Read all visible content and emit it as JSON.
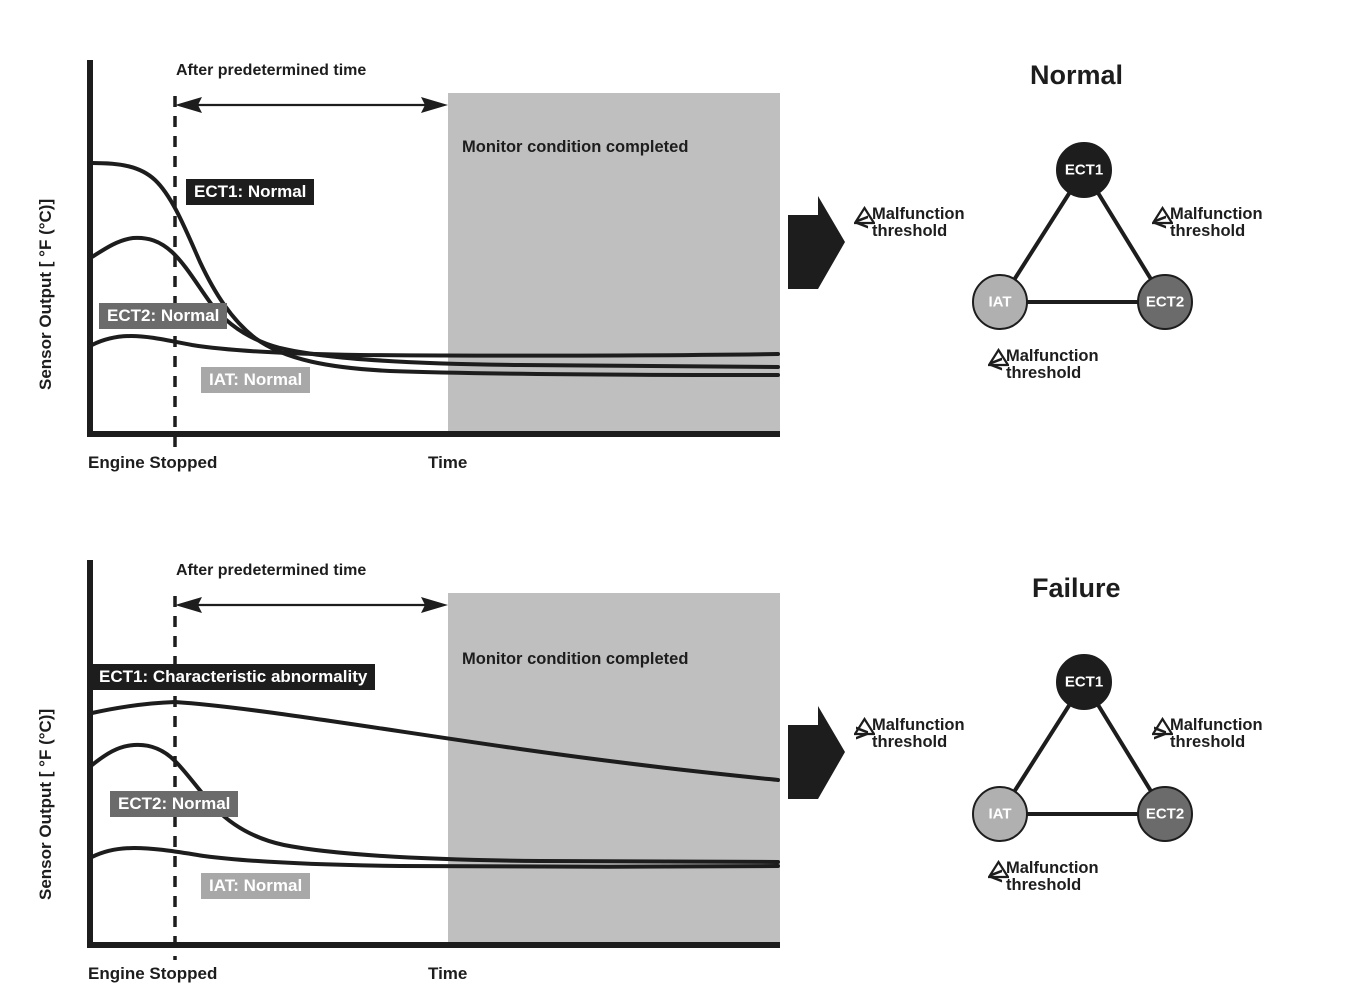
{
  "figure": {
    "panels": [
      {
        "id": "normal",
        "chart": {
          "axis": {
            "ylabel": "Sensor Output [ °F (°C)]",
            "xlabel": "Time",
            "origin_caption": "Engine Stopped"
          },
          "annotations": {
            "predetermined": "After predetermined time",
            "monitor": "Monitor condition completed"
          },
          "series_tags": [
            {
              "label": "ECT1: Normal",
              "style": "tag-ect1"
            },
            {
              "label": "ECT2: Normal",
              "style": "tag-ect2"
            },
            {
              "label": "IAT: Normal",
              "style": "tag-iat"
            }
          ]
        },
        "diagram": {
          "title": "Normal",
          "nodes": [
            {
              "label": "ECT1",
              "fill": "#1d1d1d"
            },
            {
              "label": "IAT",
              "fill": "#b0b0b0"
            },
            {
              "label": "ECT2",
              "fill": "#6b6b6b"
            }
          ],
          "thresholds": [
            {
              "operator": "<",
              "line1": "Malfunction",
              "line2": "threshold"
            },
            {
              "operator": "<",
              "line1": "Malfunction",
              "line2": "threshold"
            },
            {
              "operator": "<",
              "line1": "Malfunction",
              "line2": "threshold"
            }
          ]
        }
      },
      {
        "id": "failure",
        "chart": {
          "axis": {
            "ylabel": "Sensor Output [ °F (°C)]",
            "xlabel": "Time",
            "origin_caption": "Engine Stopped"
          },
          "annotations": {
            "predetermined": "After predetermined time",
            "monitor": "Monitor condition completed"
          },
          "series_tags": [
            {
              "label": "ECT1: Characteristic abnormality",
              "style": "tag-ect1"
            },
            {
              "label": "ECT2: Normal",
              "style": "tag-ect2"
            },
            {
              "label": "IAT: Normal",
              "style": "tag-iat"
            }
          ]
        },
        "diagram": {
          "title": "Failure",
          "nodes": [
            {
              "label": "ECT1",
              "fill": "#1d1d1d"
            },
            {
              "label": "IAT",
              "fill": "#b0b0b0"
            },
            {
              "label": "ECT2",
              "fill": "#6b6b6b"
            }
          ],
          "thresholds": [
            {
              "operator": ">",
              "line1": "Malfunction",
              "line2": "threshold"
            },
            {
              "operator": ">",
              "line1": "Malfunction",
              "line2": "threshold"
            },
            {
              "operator": "<",
              "line1": "Malfunction",
              "line2": "threshold"
            }
          ]
        }
      }
    ]
  },
  "chart_data": [
    {
      "type": "line",
      "title": "Normal",
      "xlabel": "Time",
      "ylabel": "Sensor Output [ °F (°C)]",
      "xlim": [
        0,
        100
      ],
      "ylim": [
        0,
        100
      ],
      "grid": false,
      "legend": "inline-tags",
      "annotations": [
        {
          "text": "After predetermined time",
          "type": "span-arrow",
          "x_start": 12,
          "x_end": 52
        },
        {
          "text": "Monitor condition completed",
          "type": "shaded-region",
          "x_start": 52,
          "x_end": 100
        },
        {
          "text": "Engine Stopped",
          "type": "vertical-dashed",
          "x": 12
        }
      ],
      "series": [
        {
          "name": "ECT1: Normal",
          "x": [
            0,
            5,
            10,
            15,
            20,
            25,
            30,
            35,
            40,
            50,
            60,
            70,
            80,
            90,
            100
          ],
          "values": [
            78,
            78,
            76,
            70,
            60,
            50,
            42,
            35,
            30,
            24,
            21,
            19,
            18,
            18,
            17
          ]
        },
        {
          "name": "ECT2: Normal",
          "x": [
            0,
            5,
            10,
            15,
            20,
            25,
            30,
            35,
            40,
            50,
            60,
            70,
            80,
            90,
            100
          ],
          "values": [
            56,
            60,
            62,
            61,
            55,
            45,
            36,
            30,
            26,
            21,
            19,
            18,
            17,
            17,
            17
          ]
        },
        {
          "name": "IAT: Normal",
          "x": [
            0,
            5,
            10,
            15,
            20,
            25,
            30,
            40,
            50,
            60,
            70,
            80,
            90,
            100
          ],
          "values": [
            29,
            31,
            31,
            30,
            28,
            26,
            24,
            22,
            20,
            19,
            18,
            17,
            17,
            17
          ]
        }
      ]
    },
    {
      "type": "line",
      "title": "Failure",
      "xlabel": "Time",
      "ylabel": "Sensor Output [ °F (°C)]",
      "xlim": [
        0,
        100
      ],
      "ylim": [
        0,
        100
      ],
      "grid": false,
      "legend": "inline-tags",
      "annotations": [
        {
          "text": "After predetermined time",
          "type": "span-arrow",
          "x_start": 12,
          "x_end": 52
        },
        {
          "text": "Monitor condition completed",
          "type": "shaded-region",
          "x_start": 52,
          "x_end": 100
        },
        {
          "text": "Engine Stopped",
          "type": "vertical-dashed",
          "x": 12
        }
      ],
      "series": [
        {
          "name": "ECT1: Characteristic abnormality",
          "x": [
            0,
            6,
            12,
            25,
            40,
            55,
            70,
            85,
            100
          ],
          "values": [
            70,
            73,
            74,
            70,
            65,
            60,
            55,
            50,
            46
          ]
        },
        {
          "name": "ECT2: Normal",
          "x": [
            0,
            5,
            10,
            14,
            18,
            24,
            30,
            40,
            50,
            60,
            75,
            90,
            100
          ],
          "values": [
            52,
            58,
            60,
            58,
            50,
            40,
            33,
            26,
            22,
            20,
            19,
            18,
            18
          ]
        },
        {
          "name": "IAT: Normal",
          "x": [
            0,
            5,
            10,
            16,
            24,
            35,
            50,
            70,
            90,
            100
          ],
          "values": [
            25,
            27,
            27,
            25,
            23,
            21,
            20,
            19,
            19,
            19
          ]
        }
      ]
    }
  ]
}
